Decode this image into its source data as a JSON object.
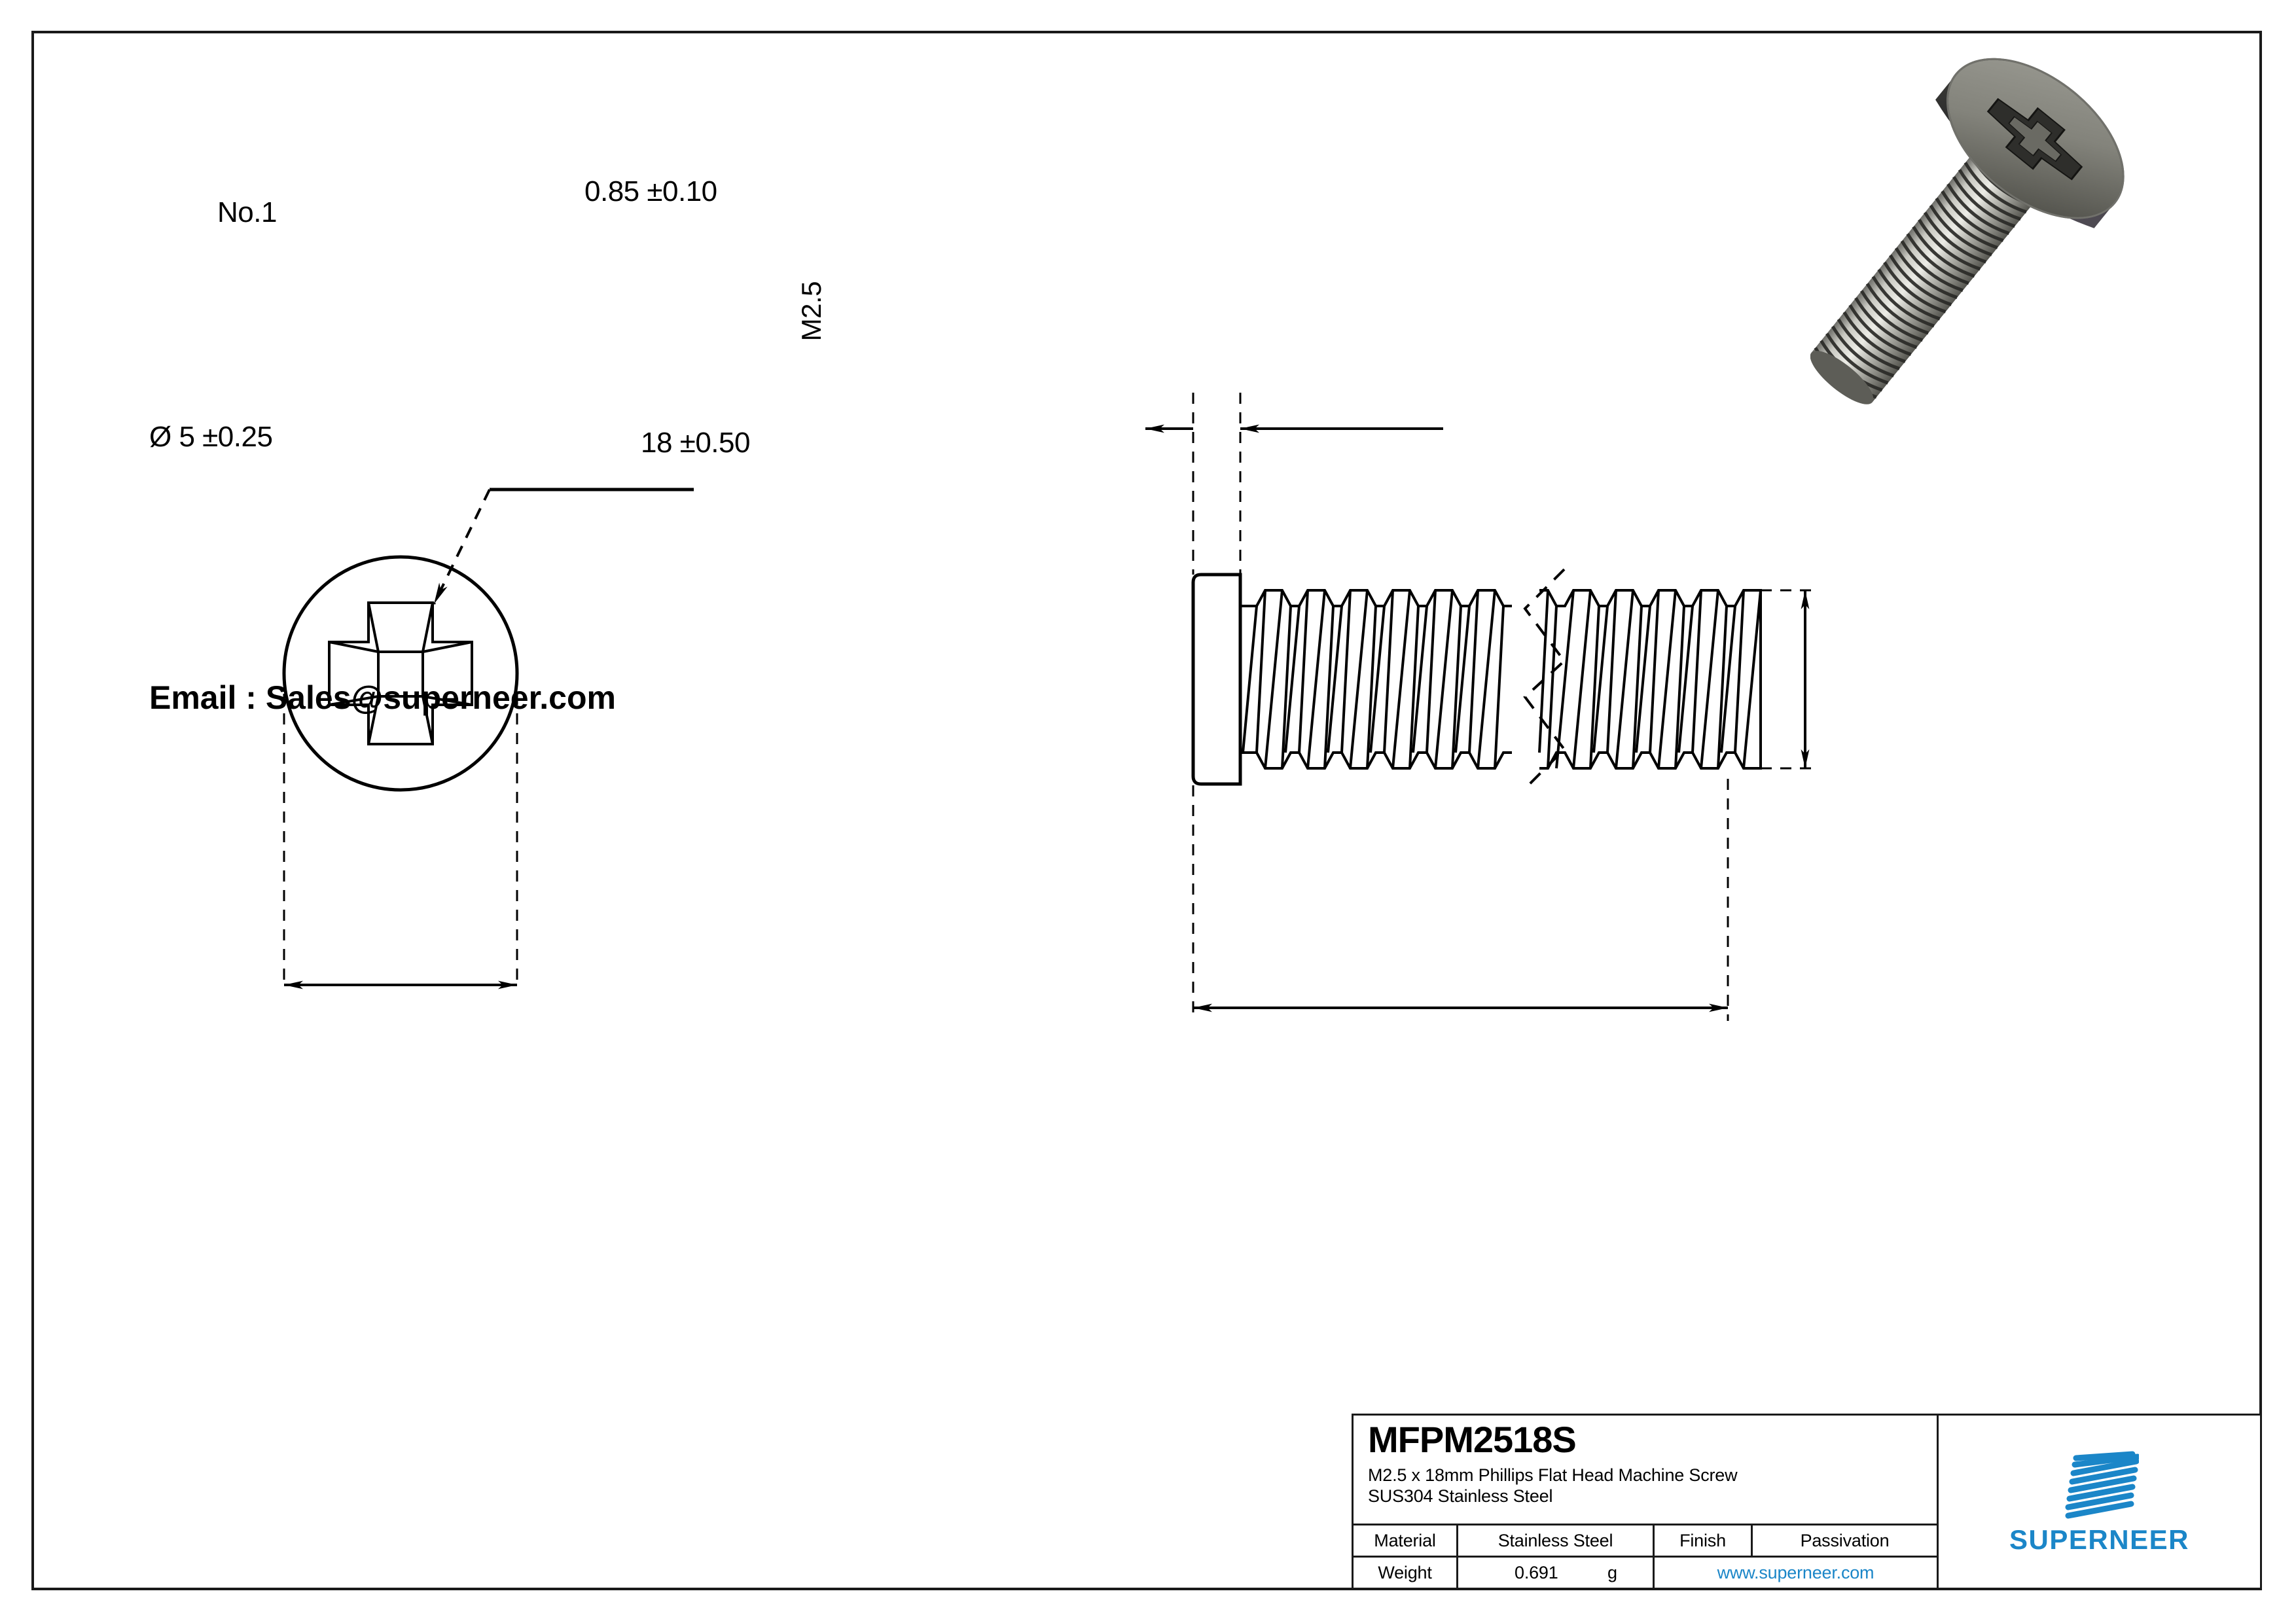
{
  "drawing": {
    "annotations": {
      "drive_size": "No.1",
      "head_diameter": "Ø 5 ±0.25",
      "head_thickness": "0.85 ±0.10",
      "thread_size": "M2.5",
      "length": "18 ±0.50"
    },
    "email_line": "Email : Sales@superneer.com"
  },
  "title_block": {
    "part_number": "MFPM2518S",
    "description_line1": "M2.5 x 18mm Phillips Flat Head Machine Screw",
    "description_line2": "SUS304 Stainless Steel",
    "material_label": "Material",
    "material_value": "Stainless Steel",
    "finish_label": "Finish",
    "finish_value": "Passivation",
    "weight_label": "Weight",
    "weight_value": "0.691",
    "weight_unit": "g",
    "website": "www.superneer.com",
    "logo_text": "SUPERNEER"
  },
  "colors": {
    "brand_blue": "#1b86c8",
    "line_black": "#000000",
    "paper": "#ffffff"
  }
}
